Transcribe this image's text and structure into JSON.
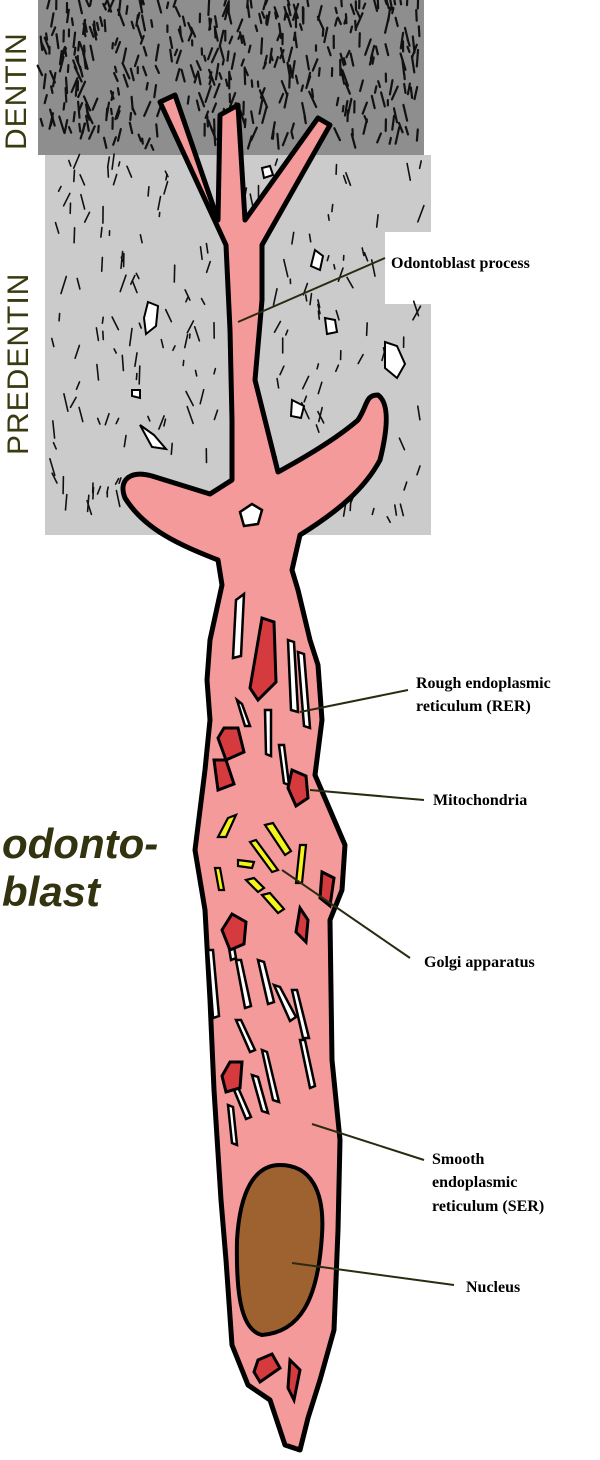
{
  "layers": {
    "dentin": "DENTIN",
    "predentin": "PREDENTIN"
  },
  "title": {
    "line1": "odonto-",
    "line2": "blast"
  },
  "callouts": {
    "odontoblast_process": "Odontoblast process",
    "rer_line1": "Rough endoplasmic",
    "rer_line2": "reticulum (RER)",
    "mitochondria": "Mitochondria",
    "golgi": "Golgi apparatus",
    "ser_line1": "Smooth",
    "ser_line2": "endoplasmic",
    "ser_line3": "reticulum (SER)",
    "nucleus": "Nucleus"
  },
  "colors": {
    "dentin": "#8e8e8e",
    "predentin": "#cbcbcb",
    "cell": "#f49a9a",
    "mitochondria": "#d43a3e",
    "golgi": "#f4f41c",
    "nucleus": "#9e6130",
    "outline": "#000000",
    "label_text": "#3a3a10"
  }
}
